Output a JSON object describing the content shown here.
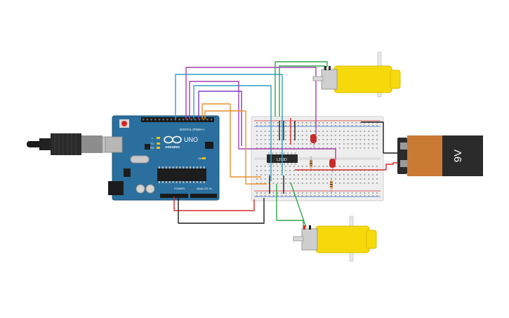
{
  "arduino": {
    "logo_text": "UNO",
    "brand_text": "ARDUINO",
    "digital_label": "DIGITAL (PWM~)",
    "power_label": "POWER",
    "analog_label": "ANALOG IN",
    "led_labels": [
      "L",
      "TX",
      "RX",
      "ON"
    ]
  },
  "chip": {
    "label": "L293D"
  },
  "battery": {
    "label": "9V"
  },
  "colors": {
    "arduino_board": "#2a6f9e",
    "breadboard": "#eeeeee",
    "motor": "#f5d90a",
    "battery_body": "#c97a33",
    "battery_cap": "#2b2b2b",
    "wire_red": "#d62828",
    "wire_black": "#1a1a1a",
    "wire_green": "#2ea84a",
    "wire_cyan": "#2f9ec4",
    "wire_purple": "#a63fb0",
    "wire_orange": "#e8902a",
    "wire_violet": "#7a3fbf"
  }
}
